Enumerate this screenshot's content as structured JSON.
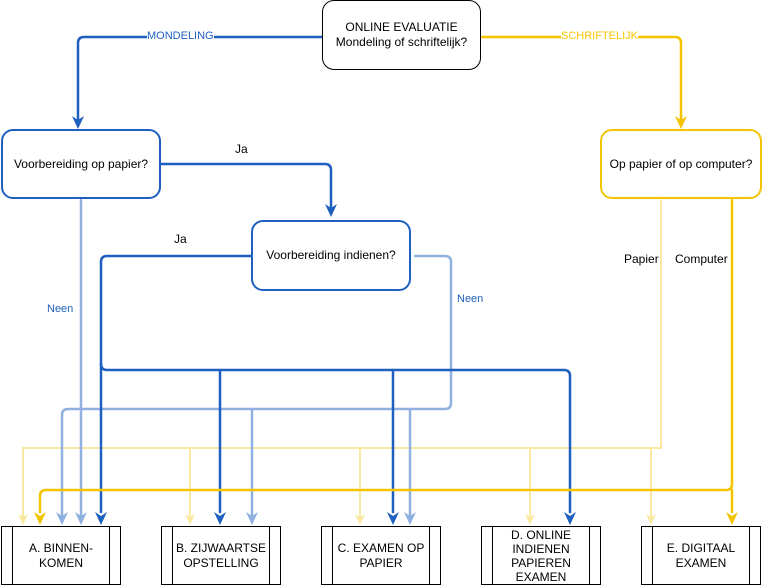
{
  "colors": {
    "blue": "#1f5fbf",
    "light_blue": "#8fb0e0",
    "yellow": "#f5c400",
    "light_yellow": "#fbe8a0"
  },
  "nodes": {
    "root_line1": "ONLINE EVALUATIE",
    "root_line2": "Mondeling of schriftelijk?",
    "prep_paper": "Voorbereiding op papier?",
    "prep_submit": "Voorbereiding indienen?",
    "paper_or_computer": "Op papier of op computer?"
  },
  "edge_labels": {
    "mondeling": "MONDELING",
    "schriftelijk": "SCHRIFTELIJK",
    "ja_1": "Ja",
    "ja_2": "Ja",
    "neen_1": "Neen",
    "neen_2": "Neen",
    "papier": "Papier",
    "computer": "Computer"
  },
  "outcomes": [
    {
      "line1": "A. BINNEN-",
      "line2": "KOMEN"
    },
    {
      "line1": "B. ZIJWAARTSE",
      "line2": "OPSTELLING"
    },
    {
      "line1": "C. EXAMEN OP",
      "line2": "PAPIER"
    },
    {
      "line1": "D. ONLINE",
      "line2": "INDIENEN",
      "line3": "PAPIEREN",
      "line4": "EXAMEN"
    },
    {
      "line1": "E. DIGITAAL",
      "line2": "EXAMEN"
    }
  ]
}
